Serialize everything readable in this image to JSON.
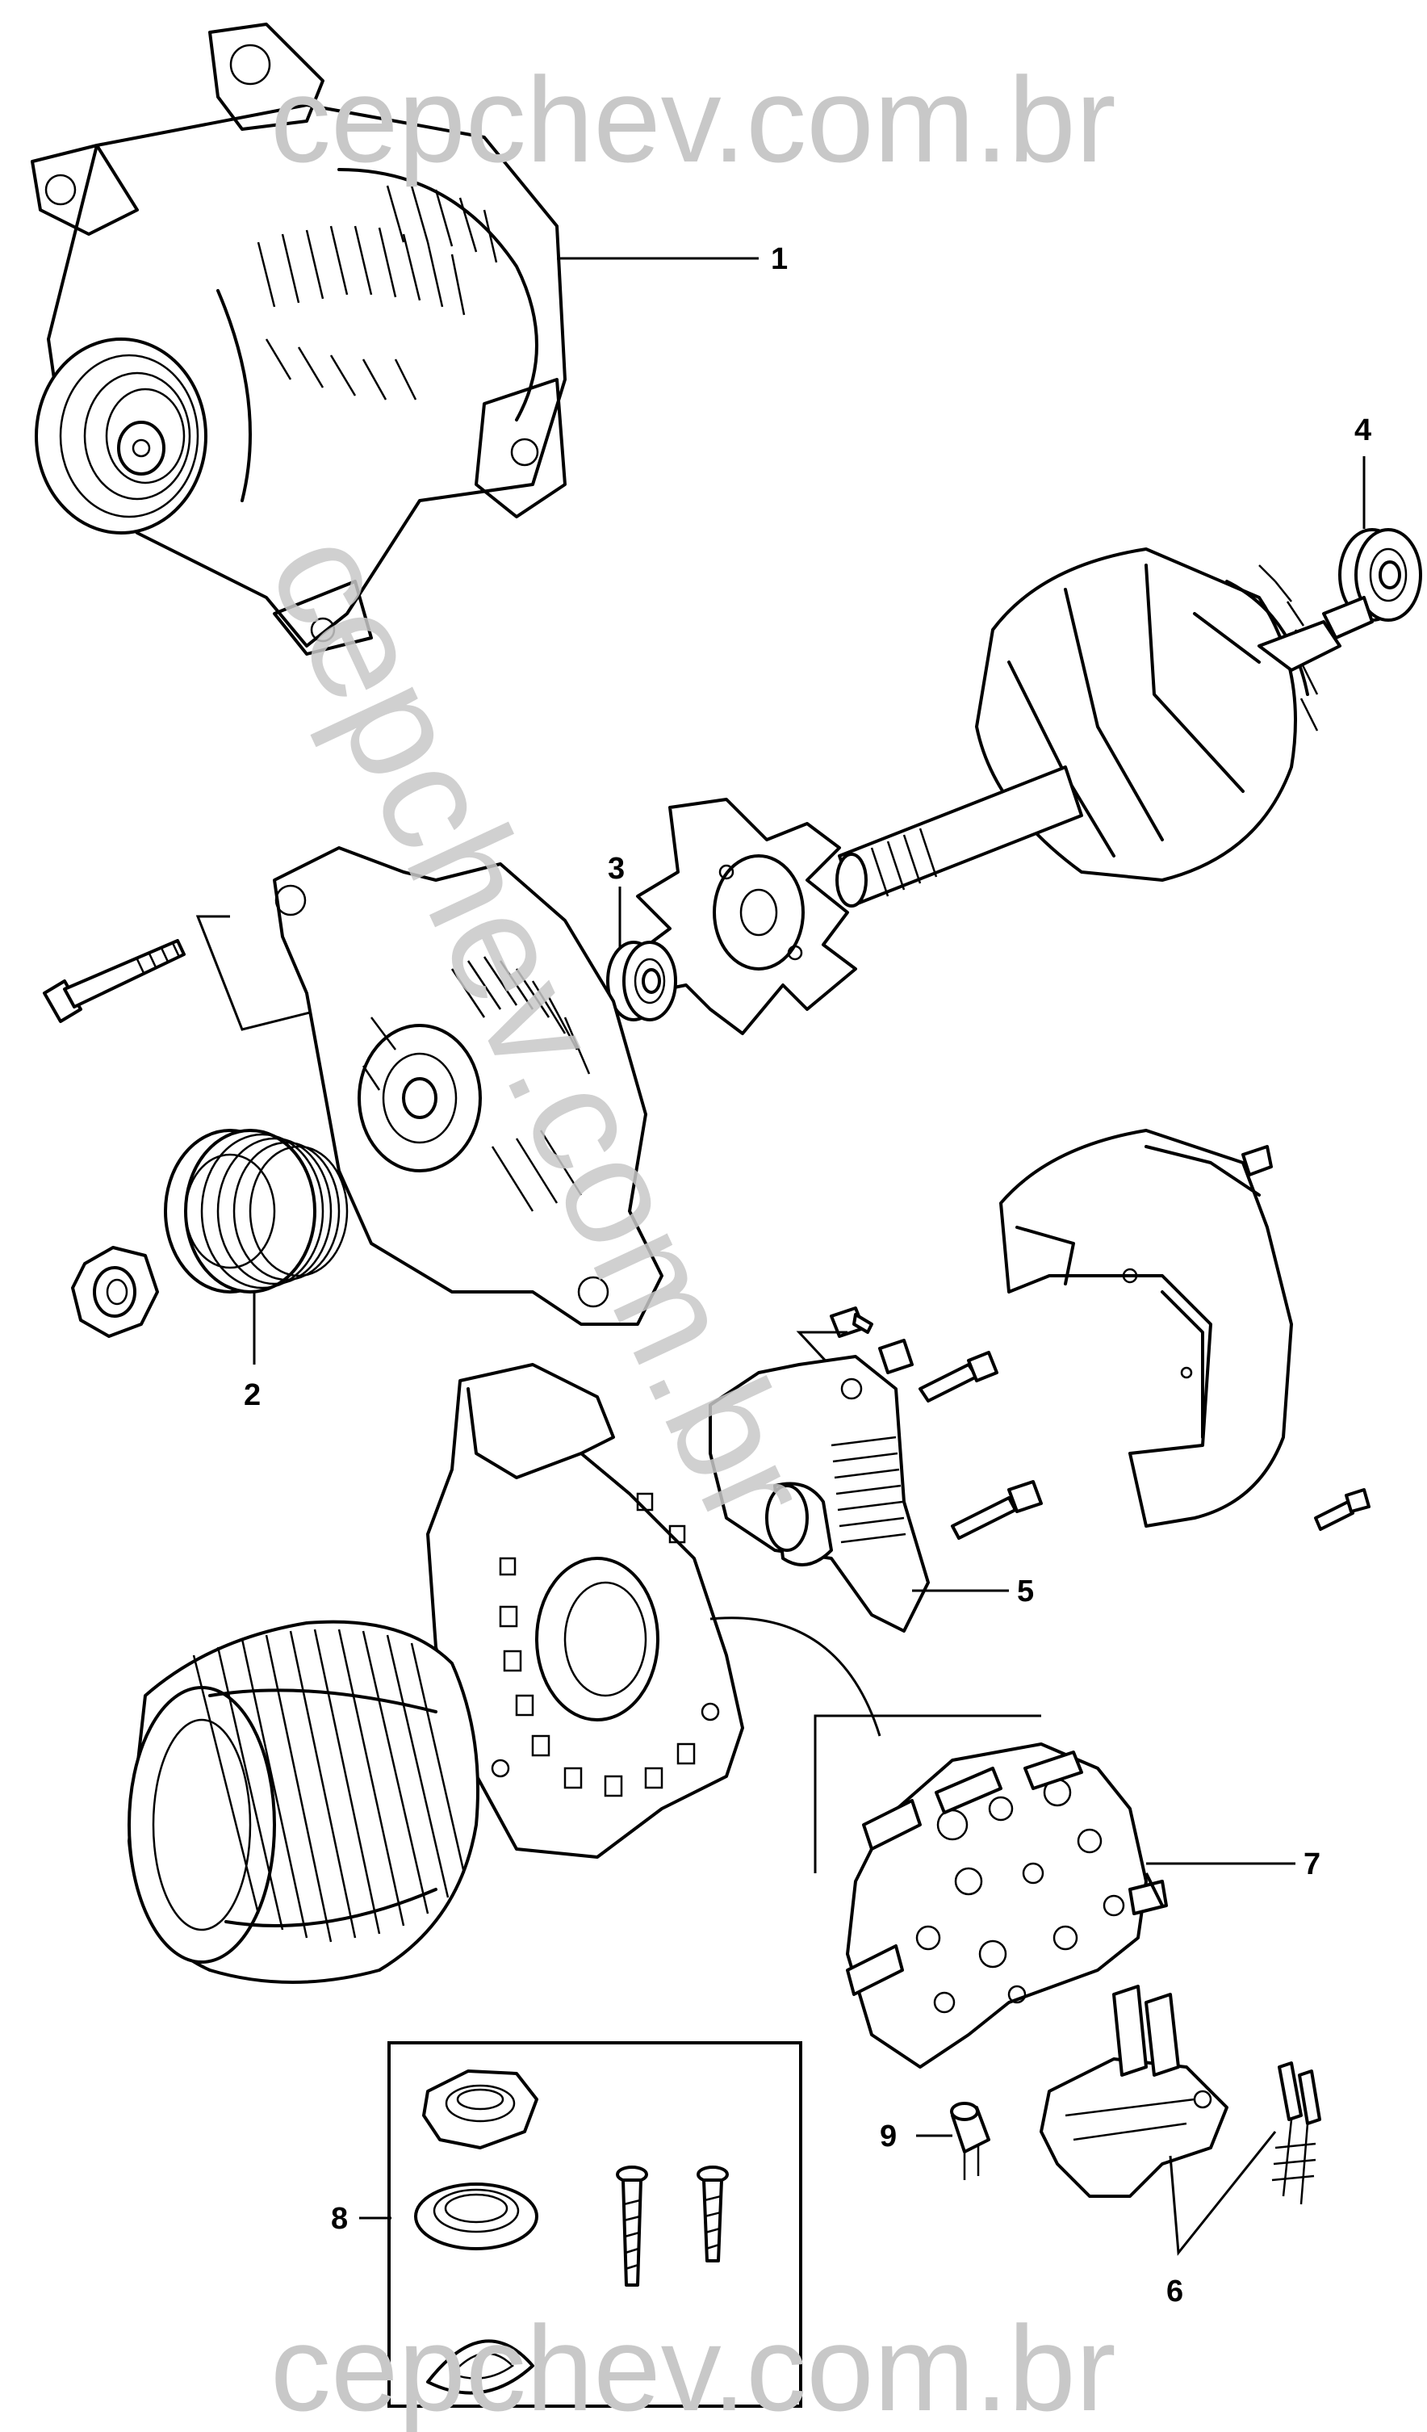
{
  "watermark": {
    "top": "cepchev.com.br",
    "bottom": "cepchev.com.br",
    "diagonal": "cepchev.com.br"
  },
  "callouts": [
    {
      "id": "1",
      "label": "1"
    },
    {
      "id": "2",
      "label": "2"
    },
    {
      "id": "3",
      "label": "3"
    },
    {
      "id": "4",
      "label": "4"
    },
    {
      "id": "5",
      "label": "5"
    },
    {
      "id": "6",
      "label": "6"
    },
    {
      "id": "7",
      "label": "7"
    },
    {
      "id": "8",
      "label": "8"
    },
    {
      "id": "9",
      "label": "9"
    }
  ]
}
